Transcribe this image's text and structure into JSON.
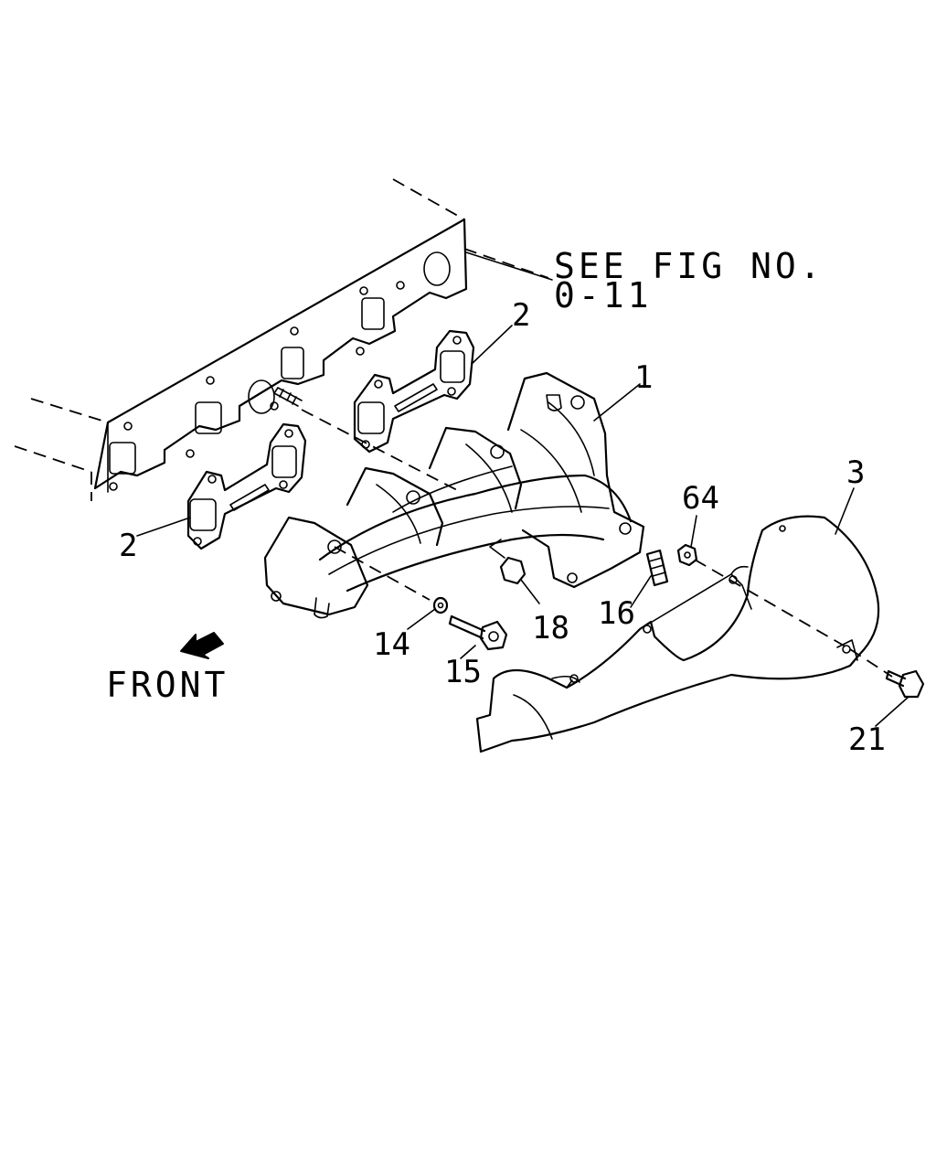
{
  "reference": {
    "line1": "SEE FIG NO.",
    "line2": "0-11"
  },
  "front_label": "FRONT",
  "callouts": {
    "manifold": "1",
    "gasket_right": "2",
    "gasket_left": "2",
    "heat_shield": "3",
    "washer": "14",
    "bolt": "15",
    "stud": "16",
    "nut": "18",
    "shield_bolt": "21",
    "shield_nut": "64"
  },
  "icons": {
    "front_arrow": "arrow-down-left-icon"
  }
}
